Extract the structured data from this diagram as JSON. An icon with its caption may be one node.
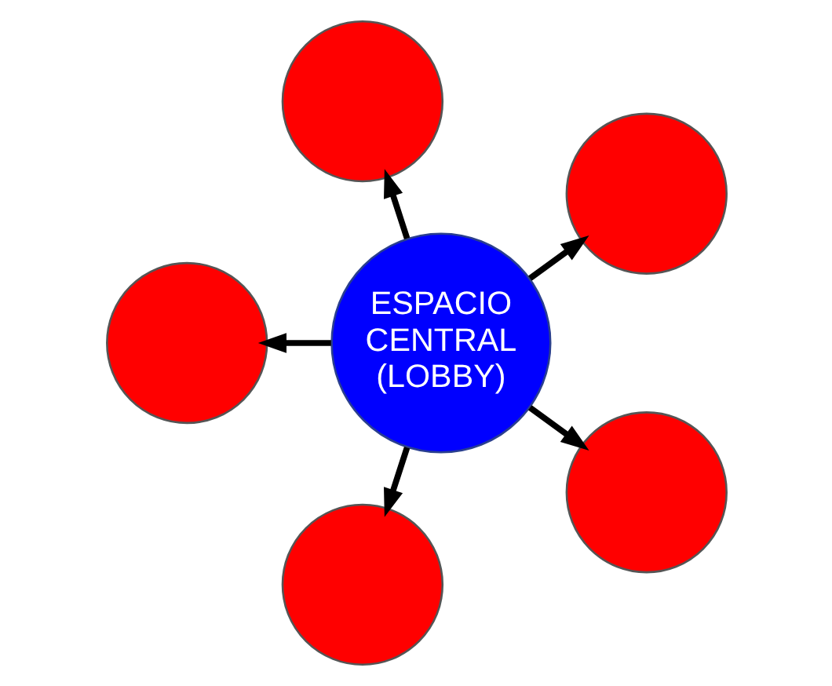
{
  "diagram": {
    "nodes": [
      {
        "text": [
          "ESPACIO CENTRAL (LOBBY)"
        ]
      },
      {
        "text": [],
        "shape": "circle"
      },
      {
        "text": [],
        "shape": "circle"
      },
      {
        "text": [],
        "shape": "circle"
      },
      {
        "text": [],
        "shape": "circle"
      },
      {
        "text": [],
        "shape": "circle"
      }
    ],
    "edges": [
      {
        "from": 0,
        "to": 1,
        "arrow": "to"
      },
      {
        "from": 0,
        "to": 2,
        "arrow": "to"
      },
      {
        "from": 0,
        "to": 3,
        "arrow": "to"
      },
      {
        "from": 0,
        "to": 4,
        "arrow": "to"
      },
      {
        "from": 0,
        "to": 5,
        "arrow": "to"
      }
    ]
  }
}
